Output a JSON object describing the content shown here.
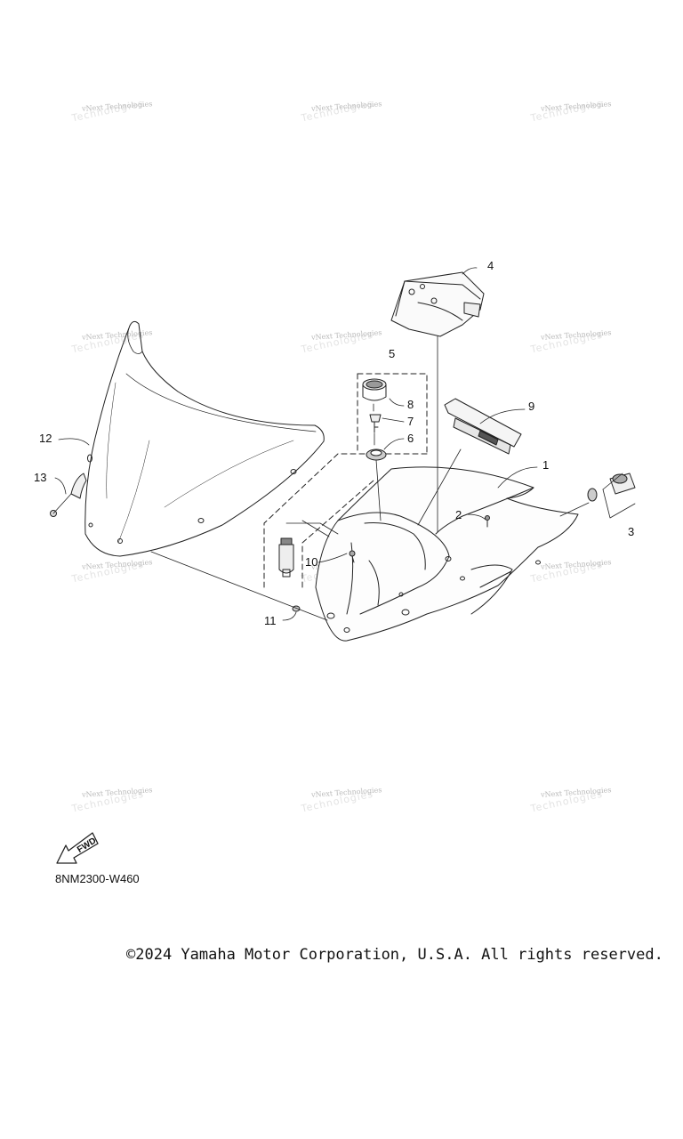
{
  "watermark": {
    "text": "vNext Technologies",
    "ghost": "Technologies"
  },
  "callouts": [
    "1",
    "2",
    "3",
    "4",
    "5",
    "6",
    "7",
    "8",
    "9",
    "10",
    "11",
    "12",
    "13"
  ],
  "fwd_label": "FWD",
  "diagram_code": "8NM2300-W460",
  "copyright": "©2024 Yamaha Motor Corporation, U.S.A. All rights reserved."
}
